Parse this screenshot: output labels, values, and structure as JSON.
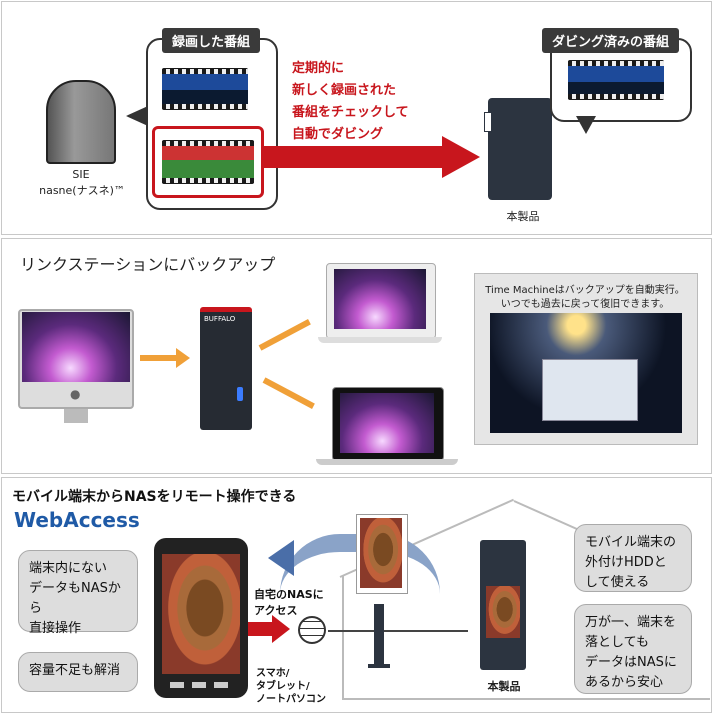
{
  "panel1": {
    "recorded_tag": "録画した番組",
    "dubbed_tag": "ダビング済みの番組",
    "auto_text": [
      "定期的に",
      "新しく録画された",
      "番組をチェックして",
      "自動でダビング"
    ],
    "sie_label": "SIE",
    "nasne_label": "nasne(ナスネ)™",
    "product_label": "本製品"
  },
  "panel2": {
    "title": "リンクステーションにバックアップ",
    "tm_text_line1": "Time Machineはバックアップを自動実行。",
    "tm_text_line2": "いつでも過去に戻って復旧できます。",
    "nas_brand": "BUFFALO"
  },
  "panel3": {
    "title": "モバイル端末からNASをリモート操作できる",
    "logo": "WebAccess",
    "left_bubble1": [
      "端末内にない",
      "データもNASから",
      "直接操作"
    ],
    "left_bubble2": "容量不足も解消",
    "nas_access": [
      "自宅のNASに",
      "アクセス"
    ],
    "devices": [
      "スマホ/",
      "タブレット/",
      "ノートパソコン"
    ],
    "right_bubble1": [
      "モバイル端末の",
      "外付けHDDと",
      "して使える"
    ],
    "right_bubble2": [
      "万が一、端末を",
      "落としても",
      "データはNASに",
      "あるから安心"
    ],
    "product_label": "本製品"
  },
  "colors": {
    "red": "#c8161d",
    "orange": "#f0a038",
    "blue": "#1f5aa6",
    "dark": "#2c3440"
  }
}
